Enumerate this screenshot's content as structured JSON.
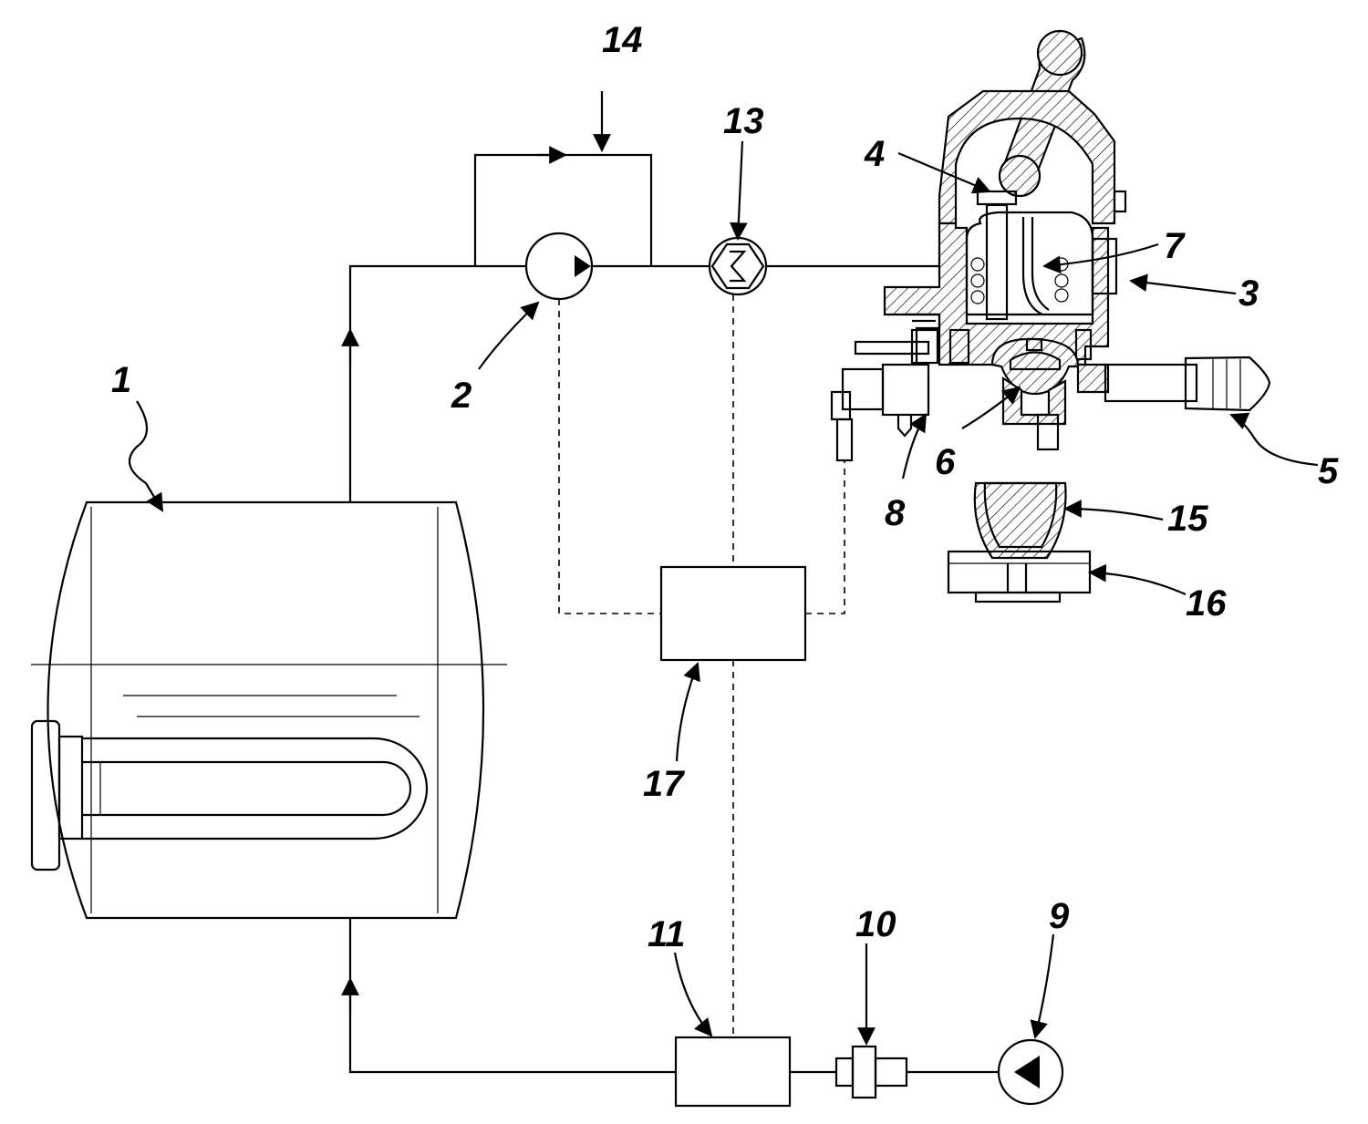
{
  "figure": {
    "labels": [
      {
        "key": "boiler",
        "text": "1"
      },
      {
        "key": "pump",
        "text": "2"
      },
      {
        "key": "brew-group",
        "text": "3"
      },
      {
        "key": "group-valve",
        "text": "4"
      },
      {
        "key": "portafilter",
        "text": "5"
      },
      {
        "key": "piston",
        "text": "6"
      },
      {
        "key": "spring",
        "text": "7"
      },
      {
        "key": "solenoid-valve",
        "text": "8"
      },
      {
        "key": "supply-pump",
        "text": "9"
      },
      {
        "key": "inlet-valve",
        "text": "10"
      },
      {
        "key": "inlet-box",
        "text": "11"
      },
      {
        "key": "flow-meter",
        "text": "13"
      },
      {
        "key": "bypass",
        "text": "14"
      },
      {
        "key": "cup",
        "text": "15"
      },
      {
        "key": "scale",
        "text": "16"
      },
      {
        "key": "controller",
        "text": "17"
      }
    ]
  }
}
